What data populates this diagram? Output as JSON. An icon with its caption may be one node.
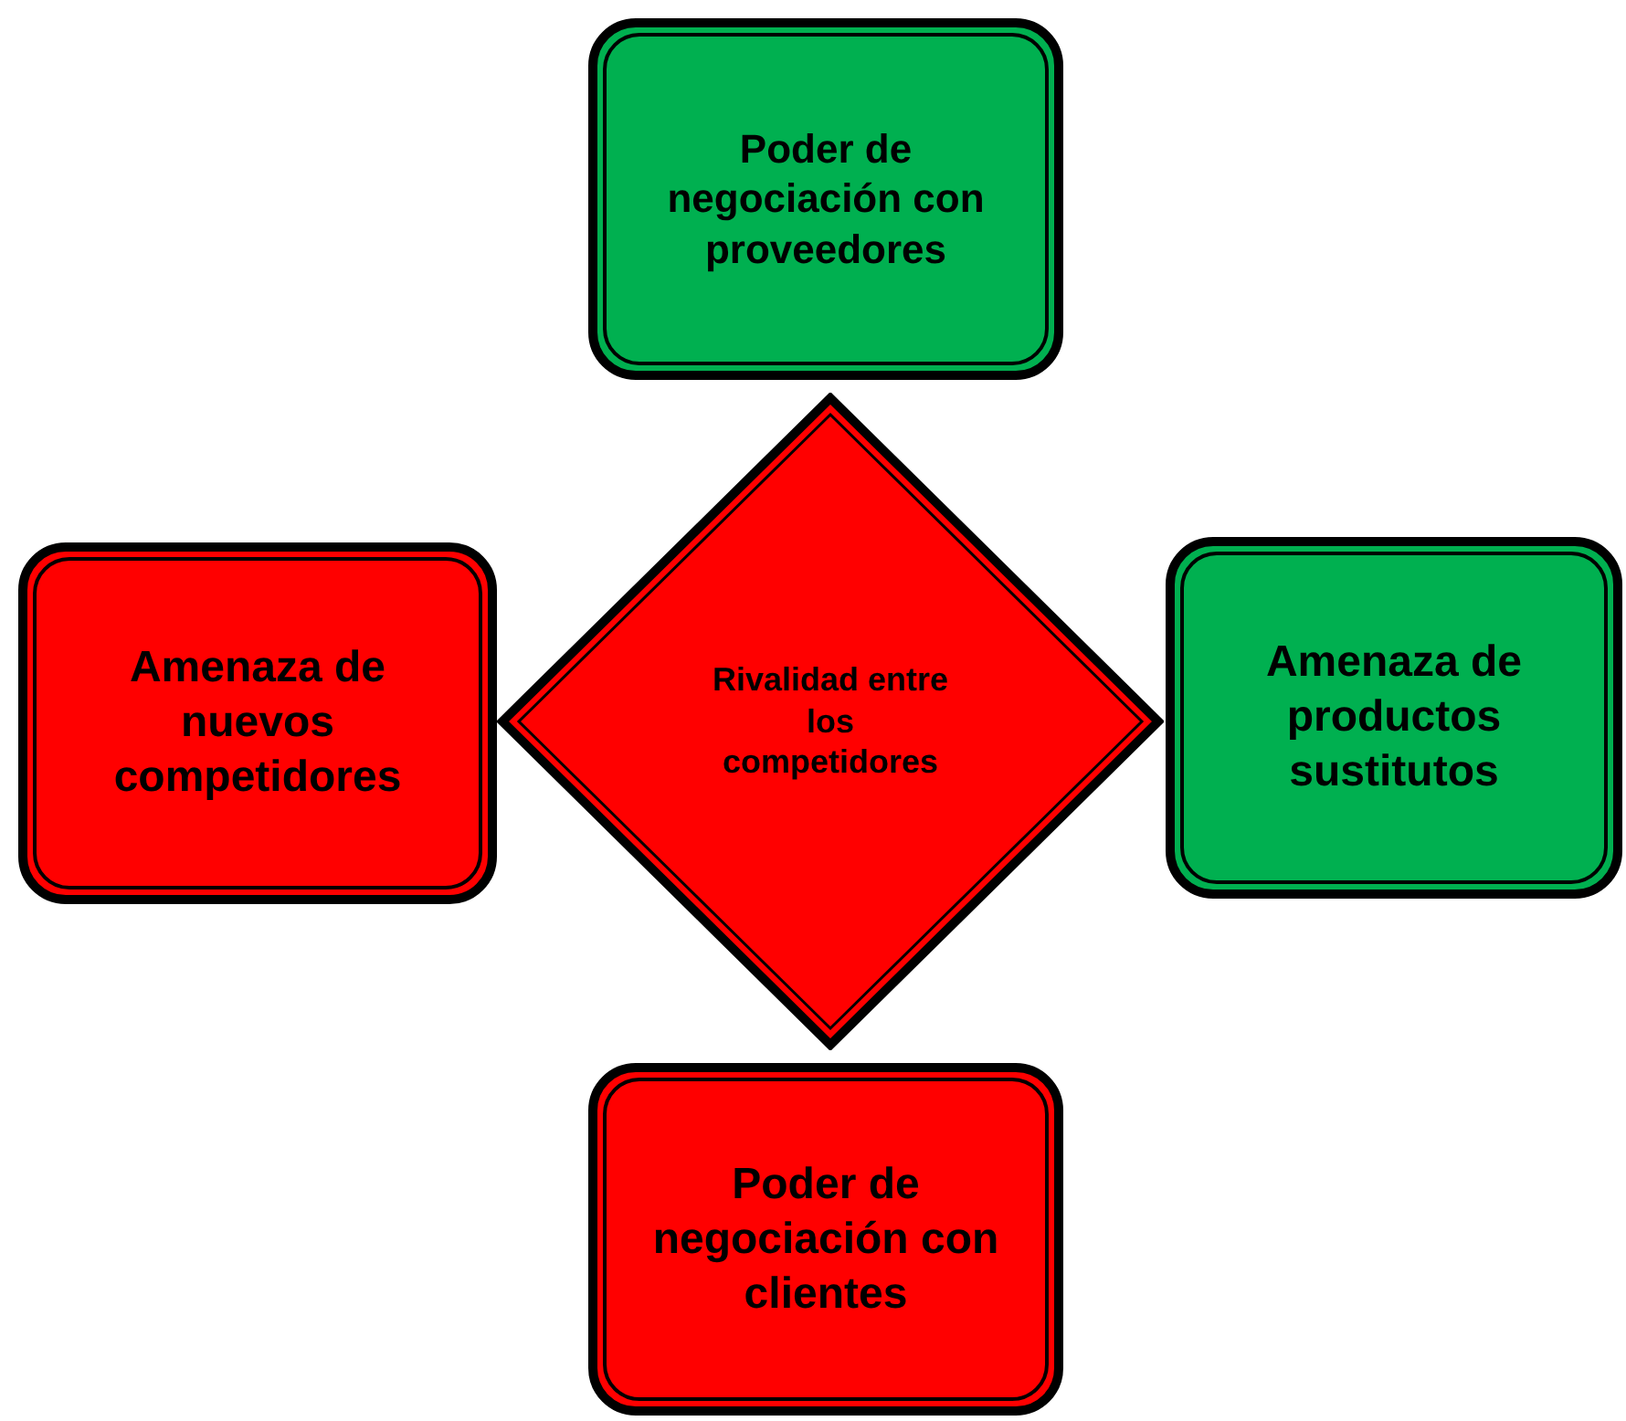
{
  "diagram": {
    "nodes": [
      {
        "text": [
          "Poder de negociación con proveedores"
        ]
      },
      {
        "text": [
          "Amenaza de nuevos competidores"
        ]
      },
      {
        "text": [
          "Rivalidad entre los competidores"
        ]
      },
      {
        "text": [
          "Amenaza de productos sustitutos"
        ]
      },
      {
        "text": [
          "Poder de negociación con clientes"
        ]
      }
    ]
  }
}
